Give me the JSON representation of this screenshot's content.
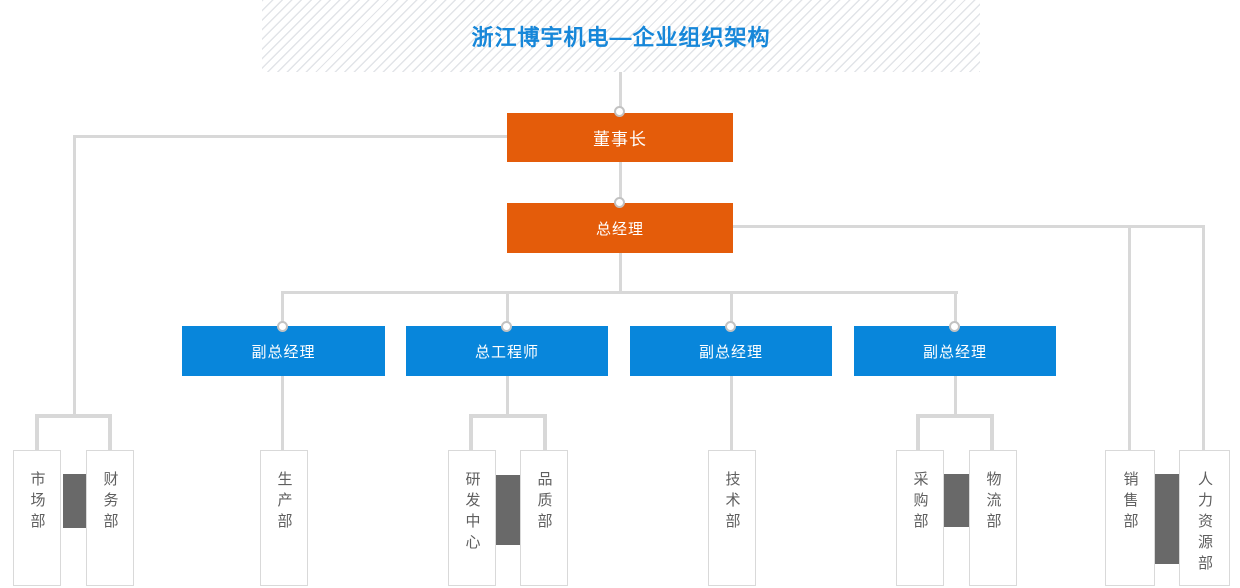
{
  "title": {
    "text": "浙江博宇机电—企业组织架构"
  },
  "colors": {
    "title_blue": "#1787D9",
    "accent_orange": "#E45C0A",
    "accent_blue": "#0886DB",
    "connector_gray": "#D8D8D8",
    "dark_connector_block": "#696969",
    "dept_border": "#D9D9D9",
    "dept_text": "#5F5F5F"
  },
  "nodes": {
    "chairman": {
      "label": "董事长"
    },
    "general_manager": {
      "label": "总经理"
    },
    "managers": [
      {
        "label": "副总经理"
      },
      {
        "label": "总工程师"
      },
      {
        "label": "副总经理"
      },
      {
        "label": "副总经理"
      }
    ],
    "departments": [
      {
        "label": "市场部"
      },
      {
        "label": "财务部"
      },
      {
        "label": "生产部"
      },
      {
        "label": "研发中心"
      },
      {
        "label": "品质部"
      },
      {
        "label": "技术部"
      },
      {
        "label": "采购部"
      },
      {
        "label": "物流部"
      },
      {
        "label": "销售部"
      },
      {
        "label": "人力资源部"
      }
    ]
  },
  "relations": [
    {
      "from": "浙江博宇机电—企业组织架构",
      "to": "董事长"
    },
    {
      "from": "董事长",
      "to": "总经理"
    },
    {
      "from": "董事长",
      "to": "市场部"
    },
    {
      "from": "董事长",
      "to": "财务部"
    },
    {
      "from": "总经理",
      "to": "副总经理(左1)"
    },
    {
      "from": "总经理",
      "to": "总工程师"
    },
    {
      "from": "总经理",
      "to": "副总经理(左3)"
    },
    {
      "from": "总经理",
      "to": "副总经理(左4)"
    },
    {
      "from": "总经理",
      "to": "销售部"
    },
    {
      "from": "总经理",
      "to": "人力资源部"
    },
    {
      "from": "副总经理(左1)",
      "to": "生产部"
    },
    {
      "from": "总工程师",
      "to": "研发中心"
    },
    {
      "from": "总工程师",
      "to": "品质部"
    },
    {
      "from": "副总经理(左3)",
      "to": "技术部"
    },
    {
      "from": "副总经理(左4)",
      "to": "采购部"
    },
    {
      "from": "副总经理(左4)",
      "to": "物流部"
    }
  ]
}
